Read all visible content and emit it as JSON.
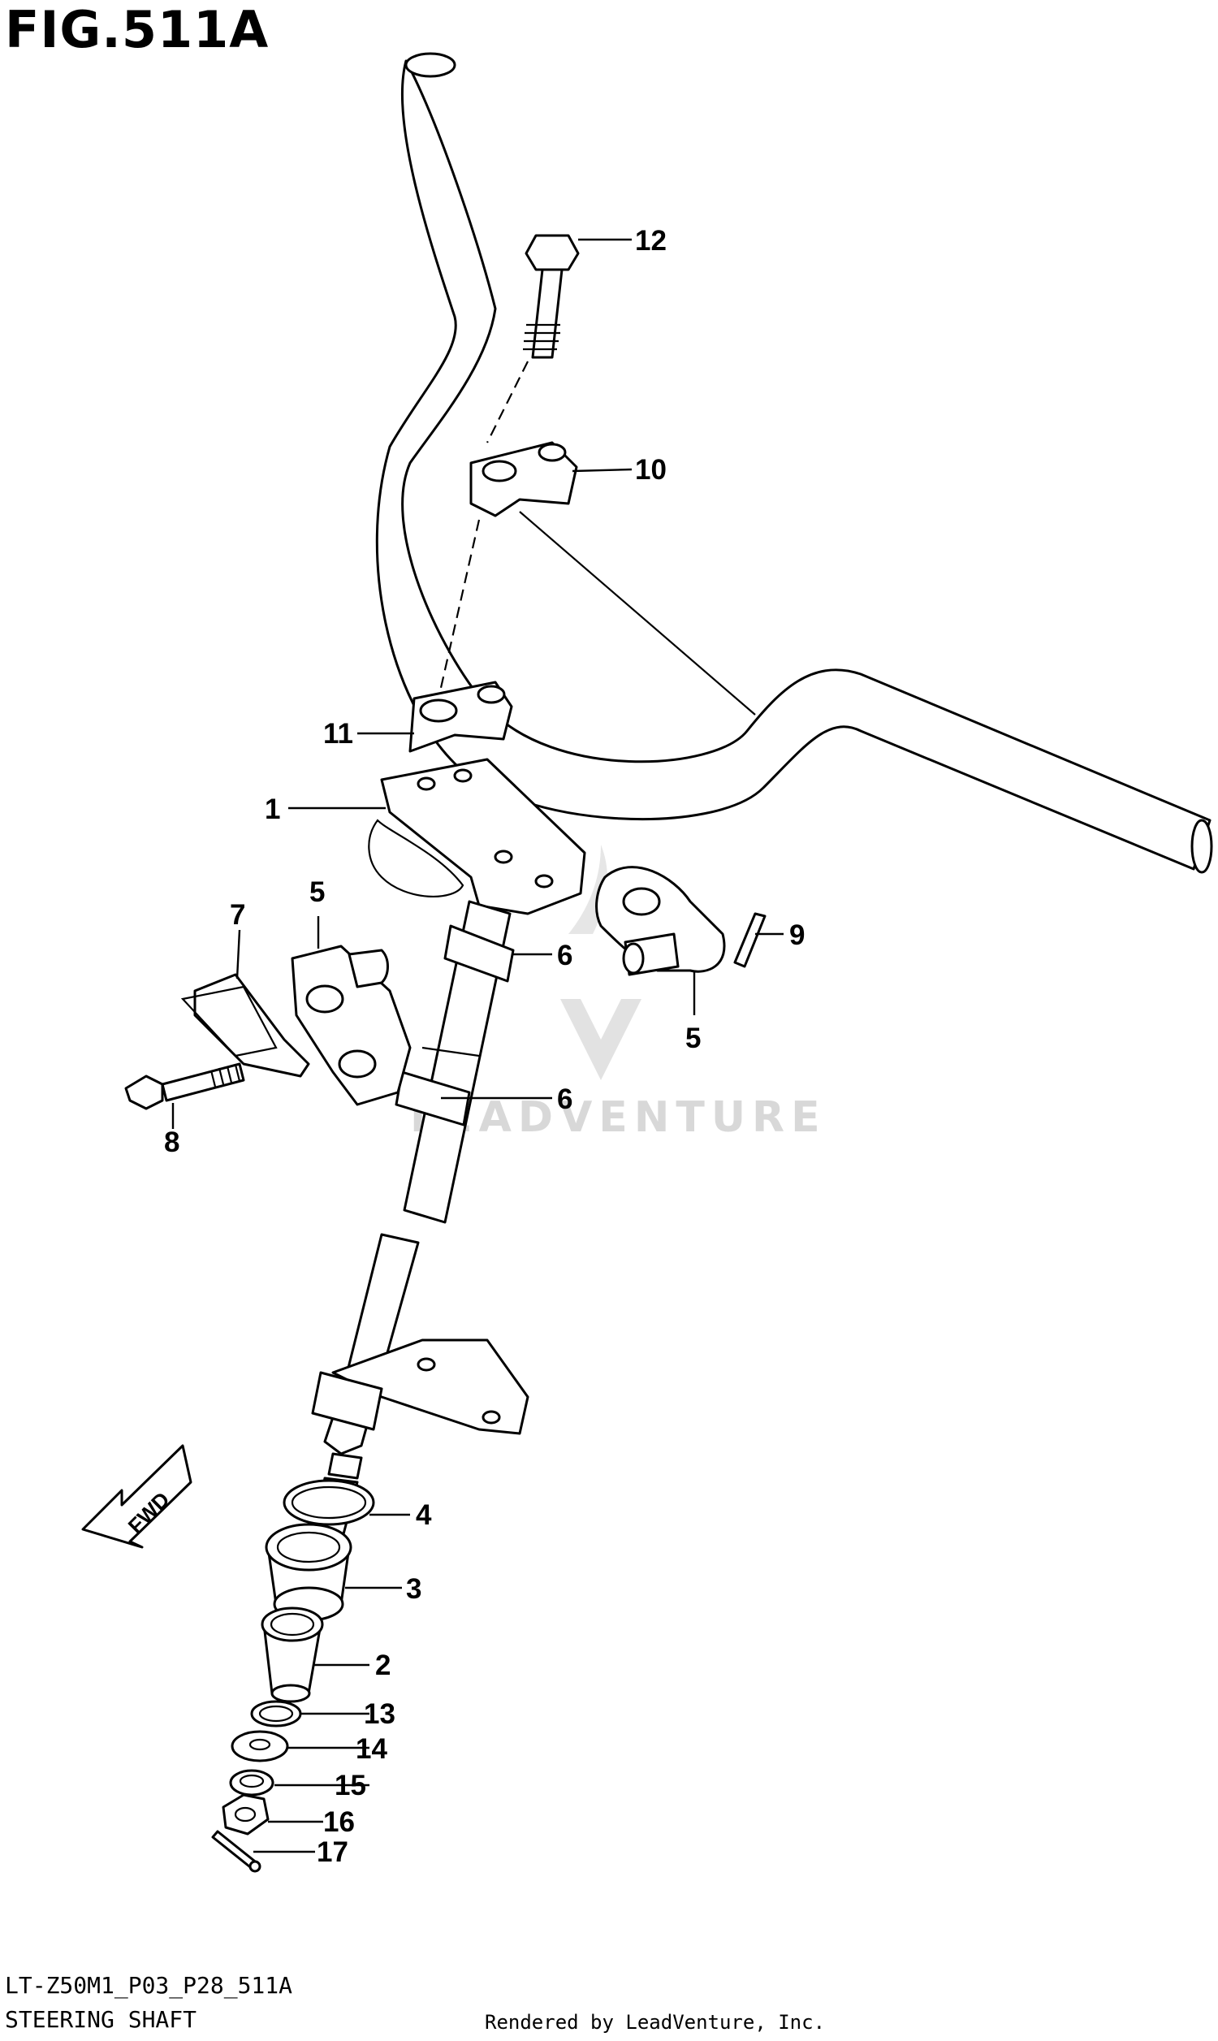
{
  "figure": {
    "title": "FIG.511A",
    "code": "LT-Z50M1_P03_P28_511A",
    "caption": "STEERING SHAFT",
    "rendered_by": "Rendered by LeadVenture, Inc.",
    "watermark": "LEADVENTURE",
    "direction_marker": "FWD"
  },
  "callouts": [
    "1",
    "2",
    "3",
    "4",
    "5",
    "5",
    "6",
    "6",
    "7",
    "8",
    "9",
    "10",
    "11",
    "12",
    "13",
    "14",
    "15",
    "16",
    "17"
  ]
}
